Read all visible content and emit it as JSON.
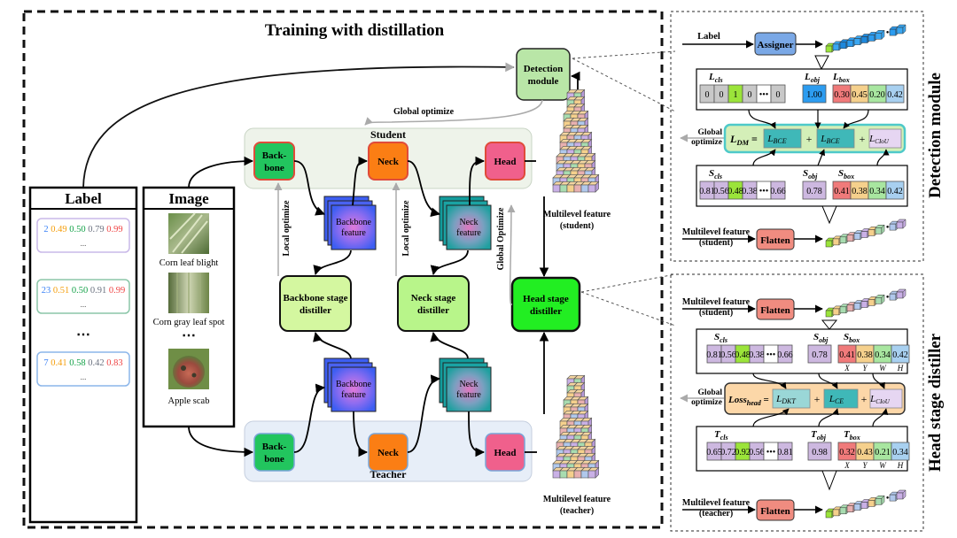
{
  "main": {
    "title": "Training with distillation",
    "label_panel": {
      "title": "Label",
      "rows": [
        {
          "v": [
            "2",
            "0.49",
            "0.50",
            "0.79",
            "0.99"
          ]
        },
        {
          "v": [
            "23",
            "0.51",
            "0.50",
            "0.91",
            "0.99"
          ]
        },
        {
          "v": [
            "7",
            "0.41",
            "0.58",
            "0.42",
            "0.83"
          ]
        }
      ],
      "ellipsis": "...",
      "dots": "⋯"
    },
    "image_panel": {
      "title": "Image",
      "captions": [
        "Corn leaf blight",
        "Corn gray leaf spot",
        "Apple scab"
      ],
      "dots": "⋯"
    },
    "student": {
      "label": "Student",
      "backbone": "Back-\nbone",
      "neck": "Neck",
      "head": "Head"
    },
    "teacher": {
      "label": "Teacher",
      "backbone": "Back-\nbone",
      "neck": "Neck",
      "head": "Head"
    },
    "features": {
      "backbone": "Backbone\nfeature",
      "neck": "Neck\nfeature"
    },
    "distillers": {
      "backbone": "Backbone stage\ndistiller",
      "neck": "Neck stage\ndistiller",
      "head": "Head stage\ndistiller"
    },
    "detection_module": "Detection\nmodule",
    "optimize": {
      "global_top": "Global optimize",
      "local1": "Local optimize",
      "local2": "Local optimize",
      "global_side": "Global Optimize"
    },
    "multilevel": {
      "student": "Multilevel feature\n(student)",
      "teacher": "Multilevel feature\n(teacher)"
    }
  },
  "detection_panel": {
    "side_title": "Detection module",
    "label": "Label",
    "assigner": "Assigner",
    "l_cls": {
      "base": "L",
      "sub": "cls"
    },
    "l_obj": {
      "base": "L",
      "sub": "obj"
    },
    "l_box": {
      "base": "L",
      "sub": "box"
    },
    "cls_values": [
      "0",
      "0",
      "1",
      "0",
      "•••",
      "0"
    ],
    "obj_value": "1.00",
    "box_values": [
      "0.30",
      "0.45",
      "0.20",
      "0.42"
    ],
    "global_optimize": "Global\noptimize",
    "ldm": {
      "base": "L",
      "sub": "DM",
      "eq": " ="
    },
    "terms": [
      {
        "base": "L",
        "sub": "BCE"
      },
      {
        "base": "L",
        "sub": "BCE"
      },
      {
        "base": "L",
        "sub": "CIoU"
      }
    ],
    "s_cls": {
      "base": "S",
      "sub": "cls"
    },
    "s_obj": {
      "base": "S",
      "sub": "obj"
    },
    "s_box": {
      "base": "S",
      "sub": "box"
    },
    "scls_values": [
      "0.81",
      "0.56",
      "0.48",
      "0.38",
      "•••",
      "0.66"
    ],
    "sobj_value": "0.78",
    "sbox_values": [
      "0.41",
      "0.38",
      "0.34",
      "0.42"
    ],
    "multilevel_student": "Multilevel feature\n(student)",
    "flatten": "Flatten"
  },
  "head_panel": {
    "side_title": "Head stage distiller",
    "multilevel_student": "Multilevel feature\n(student)",
    "multilevel_teacher": "Multilevel feature\n(teacher)",
    "flatten": "Flatten",
    "s_cls": {
      "base": "S",
      "sub": "cls"
    },
    "s_obj": {
      "base": "S",
      "sub": "obj"
    },
    "s_box": {
      "base": "S",
      "sub": "box"
    },
    "scls_values": [
      "0.81",
      "0.56",
      "0.48",
      "0.38",
      "•••",
      "0.66"
    ],
    "sobj_value": "0.78",
    "sbox_values": [
      "0.41",
      "0.38",
      "0.34",
      "0.42"
    ],
    "xywh": [
      "X",
      "Y",
      "W",
      "H"
    ],
    "global_optimize": "Global\noptimize",
    "loss": {
      "base": "Loss",
      "sub": "head",
      "eq": " ="
    },
    "terms": [
      {
        "base": "L",
        "sub": "DKT"
      },
      {
        "base": "L",
        "sub": "CE"
      },
      {
        "base": "L",
        "sub": "CIoU"
      }
    ],
    "t_cls": {
      "base": "T",
      "sub": "cls"
    },
    "t_obj": {
      "base": "T",
      "sub": "obj"
    },
    "t_box": {
      "base": "T",
      "sub": "box"
    },
    "tcls_values": [
      "0.65",
      "0.72",
      "0.92",
      "0.56",
      "•••",
      "0.81"
    ],
    "tobj_value": "0.98",
    "tbox_values": [
      "0.32",
      "0.43",
      "0.21",
      "0.34"
    ]
  },
  "colors": {
    "backbone": "#22c55e",
    "neck": "#f97316",
    "head": "#f0608c",
    "distiller": "#d4f7a0",
    "head_distiller": "#22ee22",
    "detection": "#b9e6a7",
    "assigner": "#7aa8e6",
    "flatten": "#f08c80",
    "student_bg": "#eef3ea",
    "teacher_bg": "#e7eef8"
  }
}
